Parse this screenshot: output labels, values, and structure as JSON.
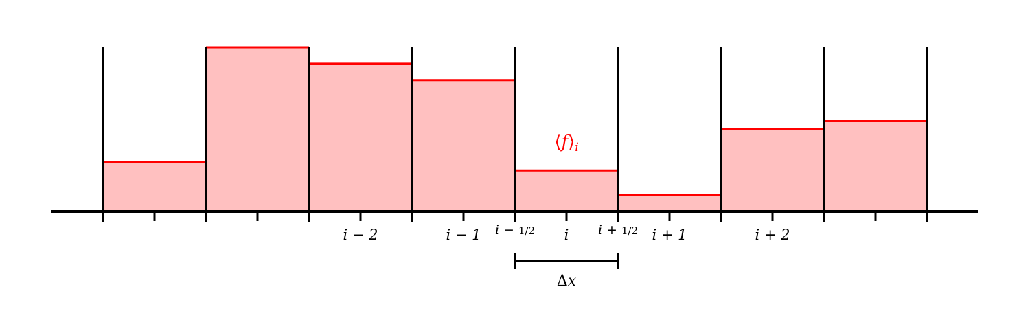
{
  "colors": {
    "fill": "#ffc0c0",
    "level_line": "#ff0000",
    "axis": "#000000",
    "annotation": "#ff0000"
  },
  "cells": [
    {
      "label": "",
      "average": 0.3
    },
    {
      "label": "",
      "average": 1.0
    },
    {
      "label": "i − 2",
      "average": 0.9
    },
    {
      "label": "i − 1",
      "average": 0.8
    },
    {
      "label": "i",
      "average": 0.25
    },
    {
      "label": "i + 1",
      "average": 0.1
    },
    {
      "label": "i + 2",
      "average": 0.5
    },
    {
      "label": "",
      "average": 0.55
    }
  ],
  "interfaces": {
    "left": {
      "base": "i − ",
      "frac": "1/2"
    },
    "right": {
      "base": "i + ",
      "frac": "1/2"
    }
  },
  "annotation": {
    "average_label": {
      "open": "⟨",
      "var": "f",
      "close": "⟩",
      "sub": "i"
    },
    "width_label": {
      "delta": "Δ",
      "var": "x"
    }
  }
}
